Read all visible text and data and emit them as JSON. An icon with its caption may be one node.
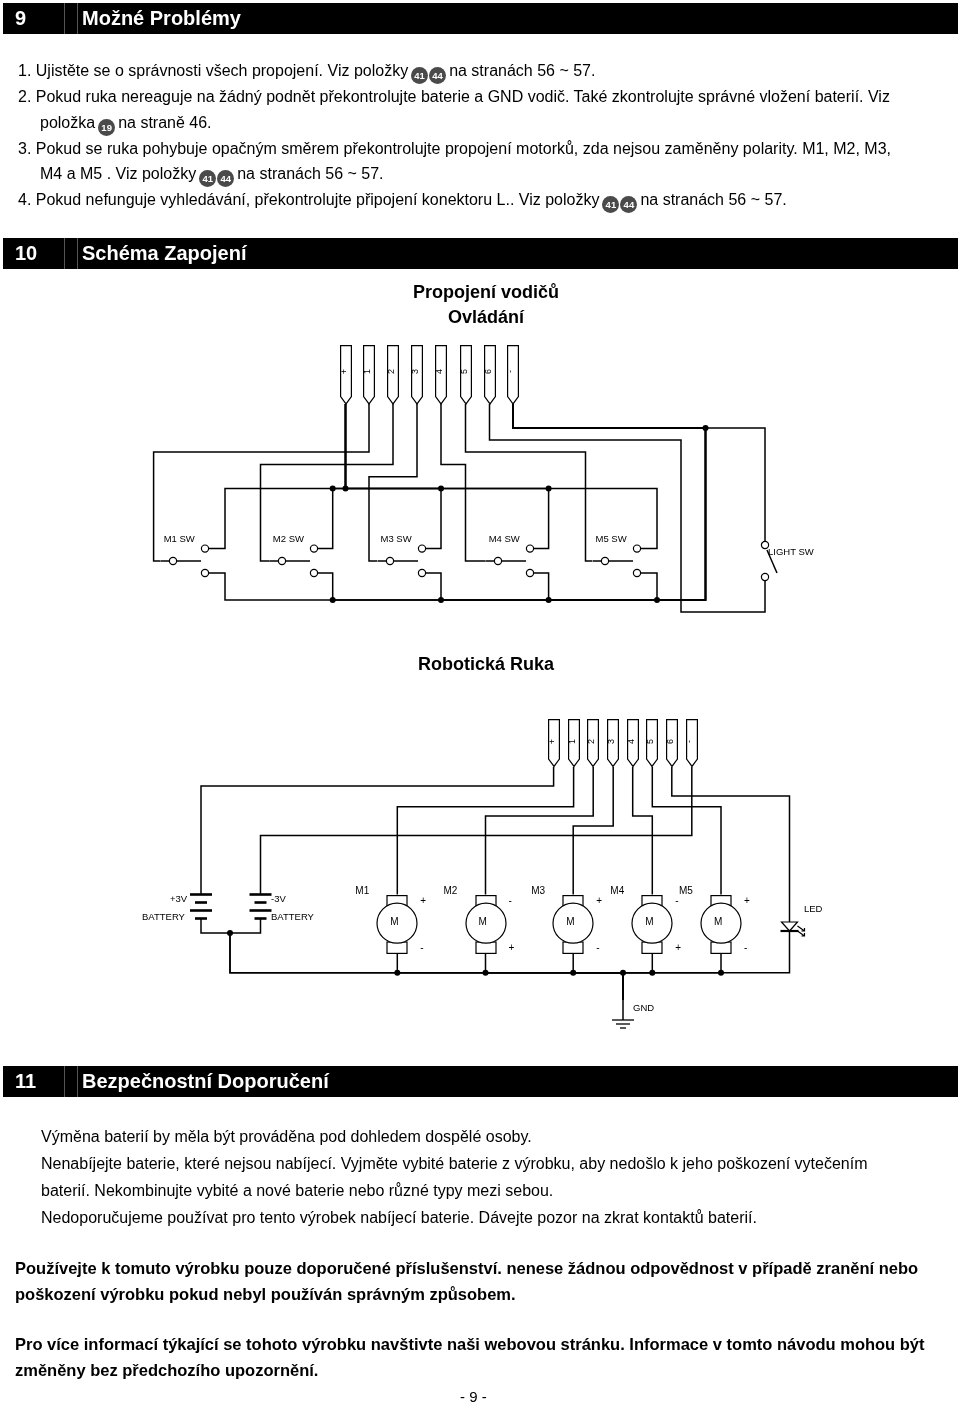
{
  "diagram": {
    "nodes": [
      {
        "text": [
          "+"
        ]
      },
      {
        "text": [
          "1"
        ]
      },
      {
        "text": [
          "2"
        ]
      },
      {
        "text": [
          "3"
        ]
      },
      {
        "text": [
          "4"
        ]
      },
      {
        "text": [
          "5"
        ]
      },
      {
        "text": [
          "6"
        ]
      },
      {
        "text": [
          "-"
        ]
      },
      {
        "text": [
          "M1 SW"
        ]
      },
      {
        "text": [
          "M2 SW"
        ]
      },
      {
        "text": [
          "M3 SW"
        ]
      },
      {
        "text": [
          "M4 SW"
        ]
      },
      {
        "text": [
          "M5 SW"
        ]
      },
      {
        "text": [
          "LIGHT SW"
        ]
      },
      {
        "text": [
          "+"
        ]
      },
      {
        "text": [
          "1"
        ]
      },
      {
        "text": [
          "2"
        ]
      },
      {
        "text": [
          "3"
        ]
      },
      {
        "text": [
          "4"
        ]
      },
      {
        "text": [
          "5"
        ]
      },
      {
        "text": [
          "6"
        ]
      },
      {
        "text": [
          "-"
        ]
      },
      {
        "text": [
          "+3V",
          "BATTERY"
        ]
      },
      {
        "text": [
          "-3V",
          "BATTERY"
        ]
      },
      {
        "text": [
          "M"
        ],
        "beside": [
          "M1",
          "+",
          "-"
        ]
      },
      {
        "text": [
          "M"
        ],
        "beside": [
          "M2",
          "-",
          "+"
        ]
      },
      {
        "text": [
          "M"
        ],
        "beside": [
          "M3",
          "+",
          "-"
        ]
      },
      {
        "text": [
          "M"
        ],
        "beside": [
          "M4",
          "-",
          "+"
        ]
      },
      {
        "text": [
          "M"
        ],
        "beside": [
          "M5",
          "+",
          "-"
        ]
      },
      {
        "text": [
          "LED"
        ]
      },
      {
        "text": [
          "GND"
        ]
      }
    ],
    "edges": [
      {
        "from": 0,
        "to": 8,
        "arrow": "none"
      },
      {
        "from": 0,
        "to": 9,
        "arrow": "none"
      },
      {
        "from": 0,
        "to": 10,
        "arrow": "none"
      },
      {
        "from": 0,
        "to": 11,
        "arrow": "none"
      },
      {
        "from": 0,
        "to": 12,
        "arrow": "none"
      },
      {
        "from": 1,
        "to": 8,
        "arrow": "none"
      },
      {
        "from": 2,
        "to": 9,
        "arrow": "none"
      },
      {
        "from": 3,
        "to": 10,
        "arrow": "none"
      },
      {
        "from": 4,
        "to": 11,
        "arrow": "none"
      },
      {
        "from": 5,
        "to": 12,
        "arrow": "none"
      },
      {
        "from": 6,
        "to": 13,
        "arrow": "none"
      },
      {
        "from": 7,
        "to": 13,
        "arrow": "none"
      },
      {
        "from": 7,
        "to": 8,
        "arrow": "none"
      },
      {
        "from": 7,
        "to": 9,
        "arrow": "none"
      },
      {
        "from": 7,
        "to": 10,
        "arrow": "none"
      },
      {
        "from": 7,
        "to": 11,
        "arrow": "none"
      },
      {
        "from": 7,
        "to": 12,
        "arrow": "none"
      },
      {
        "from": 14,
        "to": 22,
        "arrow": "none"
      },
      {
        "from": 15,
        "to": 24,
        "arrow": "none"
      },
      {
        "from": 16,
        "to": 25,
        "arrow": "none"
      },
      {
        "from": 17,
        "to": 26,
        "arrow": "none"
      },
      {
        "from": 18,
        "to": 27,
        "arrow": "none"
      },
      {
        "from": 19,
        "to": 28,
        "arrow": "none"
      },
      {
        "from": 20,
        "to": 29,
        "arrow": "none"
      },
      {
        "from": 21,
        "to": 23,
        "arrow": "none"
      },
      {
        "from": 22,
        "to": 30,
        "arrow": "none"
      },
      {
        "from": 23,
        "to": 30,
        "arrow": "none"
      },
      {
        "from": 24,
        "to": 30,
        "arrow": "none"
      },
      {
        "from": 25,
        "to": 30,
        "arrow": "none"
      },
      {
        "from": 26,
        "to": 30,
        "arrow": "none"
      },
      {
        "from": 27,
        "to": 30,
        "arrow": "none"
      },
      {
        "from": 28,
        "to": 30,
        "arrow": "none"
      },
      {
        "from": 29,
        "to": 30,
        "arrow": "none"
      }
    ],
    "labels": [
      "9",
      "Možné Problémy",
      "1. Ujistěte se o správnosti všech propojení. Viz položky",
      "41",
      "44",
      "na stranách 56 ~ 57.",
      "2. Pokud ruka nereaguje na žádný podnět překontrolujte baterie a GND vodič. Také zkontrolujte správné vložení baterií. Viz položka",
      "19",
      "na straně 46.",
      "3. Pokud se ruka pohybuje opačným směrem překontrolujte propojení motorků, zda nejsou zaměněny polarity. M1, M2, M3, M4 a M5 . Viz položky",
      "41",
      "44",
      "na stranách 56 ~ 57.",
      "4. Pokud nefunguje vyhledávání, překontrolujte připojení konektoru L.. Viz položky",
      "41",
      "44",
      "na stranách 56 ~ 57.",
      "10",
      "Schéma Zapojení",
      "Propojení vodičů Ovládání",
      "Robotická Ruka",
      "11",
      "Bezpečnostní Doporučení",
      "Výměna baterií by měla být prováděna pod dohledem dospělé osoby.",
      "Nenabíjejte baterie, které nejsou nabíjecí. Vyjměte vybité baterie z výrobku, aby nedošlo k jeho poškození vytečením baterií. Nekombinujte vybité a nové baterie nebo různé typy mezi sebou.",
      "Nedoporučujeme používat pro tento výrobek nabíjecí baterie. Dávejte pozor na zkrat kontaktů baterií.",
      "Používejte k tomuto výrobku pouze doporučené příslušenství. nenese žádnou odpovědnost v případě zranění nebo poškození výrobku pokud nebyl používán správným způsobem.",
      "Pro více informací týkající se tohoto výrobku navštivte naši webovou stránku. Informace v tomto návodu mohou být změněny bez předchozího upozornění.",
      "- 9 -"
    ]
  }
}
